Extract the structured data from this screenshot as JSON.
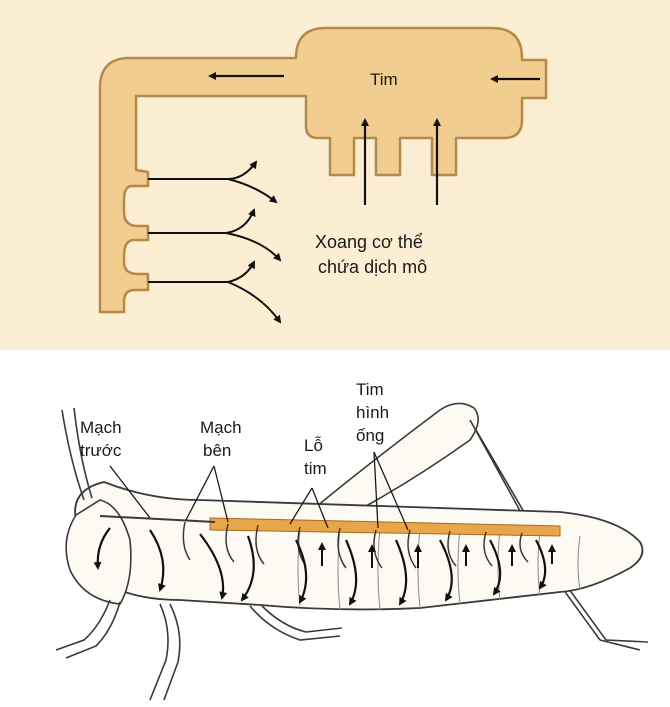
{
  "top_diagram": {
    "heart_label": "Tim",
    "sinus_label_line1": "Xoang cơ thể",
    "sinus_label_line2": "chứa dịch mô"
  },
  "bottom_diagram": {
    "dorsal_vessel_line1": "Mạch",
    "dorsal_vessel_line2": "trước",
    "lateral_vessel_line1": "Mạch",
    "lateral_vessel_line2": "bên",
    "ostia_line1": "Lỗ",
    "ostia_line2": "tim",
    "tubular_heart_line1": "Tim",
    "tubular_heart_line2": "hình",
    "tubular_heart_line3": "ống"
  },
  "colors": {
    "top_background": "#fbeed3",
    "vessel_fill": "#f1ce8f",
    "vessel_stroke": "#b48a4c",
    "heart_highlight": "#e8a64a",
    "outline": "#3a3a3a"
  }
}
